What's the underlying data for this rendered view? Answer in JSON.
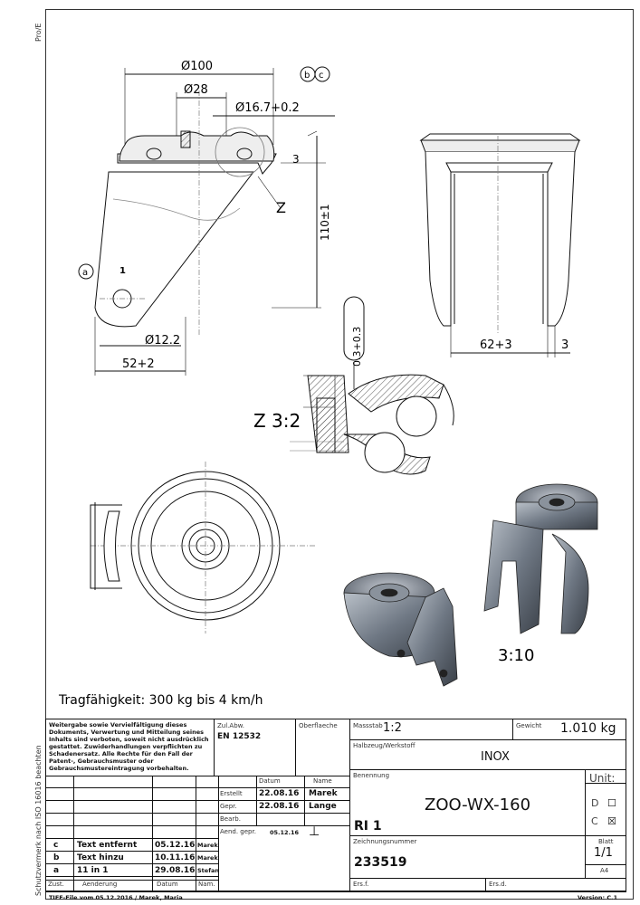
{
  "side_top": "Pro/E",
  "side_bottom": "Schutzvermerk nach ISO 16016 beachten",
  "drawing": {
    "dim_d100": "Ø100",
    "dim_d28": "Ø28",
    "dim_d167": "Ø16.7+0.2",
    "ref_b": "b",
    "ref_c": "c",
    "dim_3": "3",
    "label_z": "Z",
    "dim_110": "110±1",
    "ref_a": "a",
    "label_1": "1",
    "dim_d122": "Ø12.2",
    "dim_52": "52+2",
    "dim_62": "62+3",
    "dim_3b": "3",
    "dim_03": "0.3+0.3",
    "detail_label": "Z 3:2",
    "scale_310": "3:10",
    "capacity": "Tragfähigkeit: 300 kg bis 4 km/h"
  },
  "title_block": {
    "notice": "Weitergabe sowie Vervielfältigung dieses Dokuments, Verwertung und Mitteilung seines Inhalts sind verboten, soweit nicht ausdrücklich gestattet. Zuwiderhandlungen verpflichten zu Schadenersatz. Alle Rechte für den Fall der Patent-, Gebrauchsmuster oder Gebrauchsmustereintragung vorbehalten.",
    "zul_abw_label": "Zul.Abw.",
    "zul_abw_value": "EN 12532",
    "oberflaeche_label": "Oberflaeche",
    "massstab_label": "Massstab",
    "massstab_value": "1:2",
    "gewicht_label": "Gewicht",
    "gewicht_value": "1.010 kg",
    "halbzeug_label": "Halbzeug/Werkstoff",
    "werkstoff_value": "INOX",
    "datum_header": "Datum",
    "name_header": "Name",
    "erstellt_label": "Erstellt",
    "erstellt_date": "22.08.16",
    "erstellt_name": "Marek",
    "gepr_label": "Gepr.",
    "gepr_date": "22.08.16",
    "gepr_name": "Lange",
    "bearb_label": "Bearb.",
    "aend_label": "Aend. gepr.",
    "aend_date": "05.12.16",
    "benennung_label": "Benennung",
    "part_name": "ZOO-WX-160",
    "part_sub": "RI 1",
    "unit_label": "Unit:",
    "unit_d": "D",
    "unit_c": "C",
    "zeichnungsnummer_label": "Zeichnungsnummer",
    "drawing_number": "233519",
    "blatt_label": "Blatt",
    "blatt_value": "1/1",
    "format": "A4",
    "ersf_label": "Ers.f.",
    "ersd_label": "Ers.d.",
    "revisions": [
      {
        "zust": "c",
        "text": "Text entfernt",
        "date": "05.12.16",
        "name": "Marek"
      },
      {
        "zust": "b",
        "text": "Text hinzu",
        "date": "10.11.16",
        "name": "Marek"
      },
      {
        "zust": "a",
        "text": "11 in 1",
        "date": "29.08.16",
        "name": "Stefan"
      }
    ],
    "zust_header": "Zust.",
    "aenderung_header": "Aenderung",
    "datum_header2": "Datum",
    "nam_header": "Nam.",
    "footer_left": "TIFF-File vom 05.12.2016 / Marek, Maria",
    "footer_right": "Version: C.1"
  }
}
